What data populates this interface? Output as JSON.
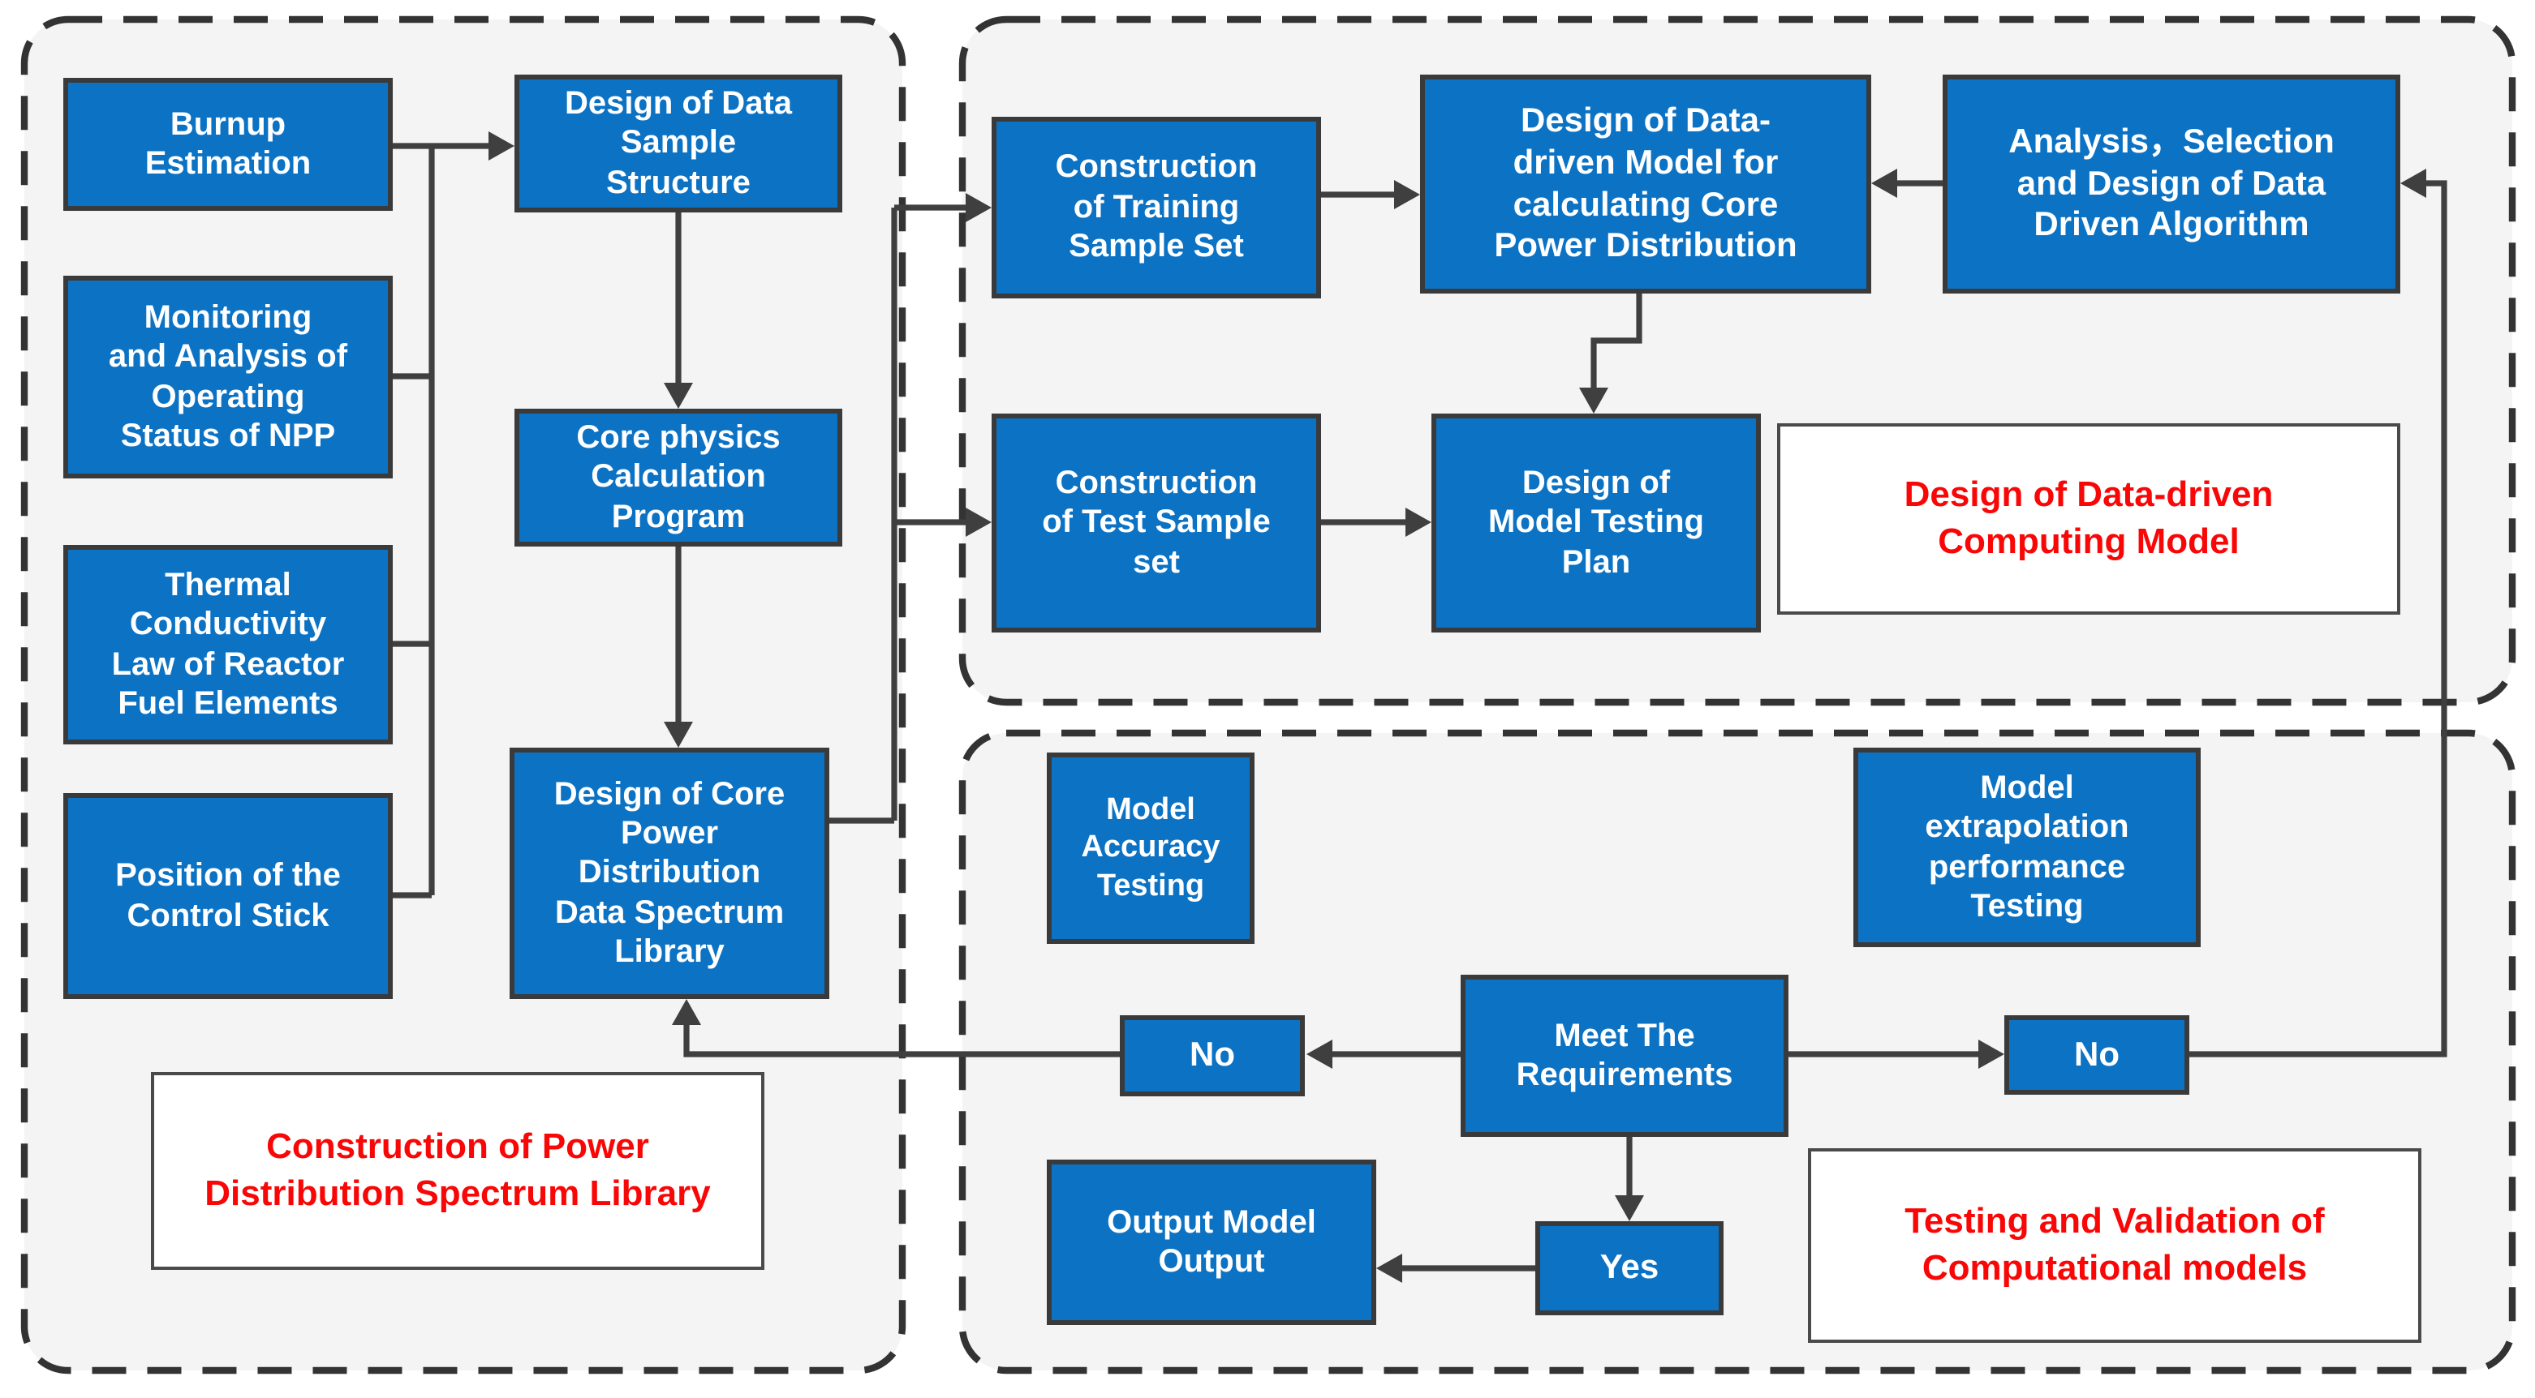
{
  "colors": {
    "node_fill": "#0c72c4",
    "node_border": "#3a3a3a",
    "node_text": "#ffffff",
    "connector": "#3f3f3f",
    "group_border": "#333333",
    "group_fill": "#f4f4f4",
    "label_fill": "#ffffff",
    "label_border": "#4a4a4a",
    "label_text": "#f90606"
  },
  "nodes": {
    "burnup": {
      "label": [
        "Burnup",
        "Estimation"
      ]
    },
    "monitoring": {
      "label": [
        "Monitoring",
        "and Analysis of",
        "Operating",
        "Status of NPP"
      ]
    },
    "thermal": {
      "label": [
        "Thermal",
        "Conductivity",
        "Law of Reactor",
        "Fuel Elements"
      ]
    },
    "position": {
      "label": [
        "Position of the",
        "Control Stick"
      ]
    },
    "data_sample_structure": {
      "label": [
        "Design of Data",
        "Sample",
        "Structure"
      ]
    },
    "core_physics": {
      "label": [
        "Core physics",
        "Calculation",
        "Program"
      ]
    },
    "spectrum_library_design": {
      "label": [
        "Design of Core",
        "Power",
        "Distribution",
        "Data Spectrum",
        "Library"
      ]
    },
    "training_set": {
      "label": [
        "Construction",
        "of Training",
        "Sample Set"
      ]
    },
    "data_driven_model": {
      "label": [
        "Design of Data-",
        "driven Model for",
        "calculating Core",
        "Power Distribution"
      ]
    },
    "algorithm_design": {
      "label": [
        "Analysis，Selection",
        "and Design of Data",
        "Driven Algorithm"
      ]
    },
    "test_set": {
      "label": [
        "Construction",
        "of Test Sample",
        "set"
      ]
    },
    "testing_plan": {
      "label": [
        "Design of",
        "Model Testing",
        "Plan"
      ]
    },
    "accuracy_testing": {
      "label": [
        "Model",
        "Accuracy",
        "Testing"
      ]
    },
    "extrapolation_testing": {
      "label": [
        "Model",
        "extrapolation",
        "performance",
        "Testing"
      ]
    },
    "meet_requirements": {
      "label": [
        "Meet The",
        "Requirements"
      ]
    },
    "no_left": {
      "label": [
        "No"
      ]
    },
    "no_right": {
      "label": [
        "No"
      ]
    },
    "yes": {
      "label": [
        "Yes"
      ]
    },
    "output_model": {
      "label": [
        "Output Model",
        "Output"
      ]
    }
  },
  "group_labels": {
    "spectrum_library": [
      "Construction of Power",
      "Distribution Spectrum Library"
    ],
    "computing_model": [
      "Design of Data-driven",
      "Computing Model"
    ],
    "testing_validation": [
      "Testing and Validation of",
      "Computational models"
    ]
  }
}
